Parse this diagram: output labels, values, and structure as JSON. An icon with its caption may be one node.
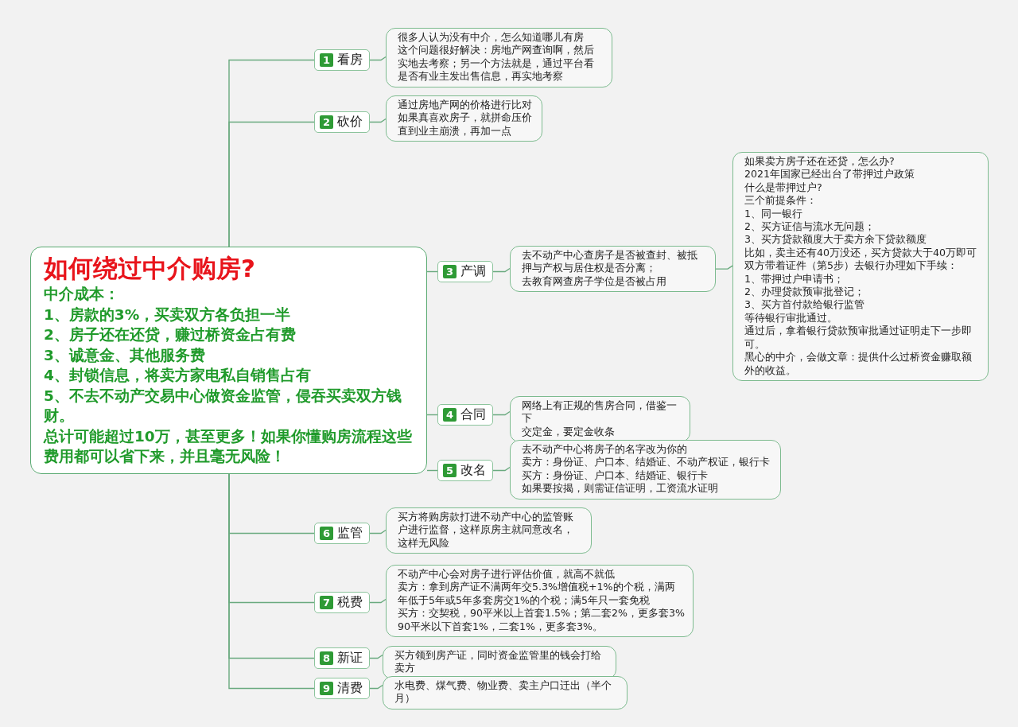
{
  "diagram": {
    "nodes": [
      {
        "text": [
          "如何绕过中介购房?",
          "中介成本：",
          "1、房款的3%，买卖双方各负担一半",
          "2、房子还在还贷，赚过桥资金占有费",
          "3、诚意金、其他服务费",
          "4、封锁信息，将卖方家电私自销售占有",
          "5、不去不动产交易中心做资金监管，侵吞买卖双方钱财。",
          "总计可能超过10万，甚至更多！如果你懂购房流程这些费用都可以省下来，并且毫无风险！"
        ]
      },
      {
        "text": [
          "1",
          "看房"
        ]
      },
      {
        "text": [
          "很多人认为没有中介，怎么知道哪儿有房",
          "这个问题很好解决：房地产网查询啊，然后实地去考察；另一个方法就是，通过平台看是否有业主发出售信息，再实地考察"
        ]
      },
      {
        "text": [
          "2",
          "砍价"
        ]
      },
      {
        "text": [
          "通过房地产网的价格进行比对",
          "如果真喜欢房子，就拼命压价",
          "直到业主崩溃，再加一点"
        ]
      },
      {
        "text": [
          "3",
          "产调"
        ]
      },
      {
        "text": [
          "去不动产中心查房子是否被查封、被抵押与产权与居住权是否分离；",
          "去教育网查房子学位是否被占用"
        ]
      },
      {
        "text": [
          "如果卖方房子还在还贷，怎么办?",
          "2021年国家已经出台了带押过户政策",
          "什么是带押过户?",
          "三个前提条件：",
          "1、同一银行",
          "2、买方证信与流水无问题；",
          "3、买方贷款额度大于卖方余下贷款额度",
          "比如，卖主还有40万没还，买方贷款大于40万即可",
          "双方带着证件（第5步）去银行办理如下手续：",
          "1、带押过户申请书；",
          "2、办理贷款预审批登记；",
          "3、买方首付款给银行监管",
          "等待银行审批通过。",
          "通过后，拿着银行贷款预审批通过证明走下一步即可。",
          "黑心的中介，会做文章：提供什么过桥资金赚取额外的收益。"
        ]
      },
      {
        "text": [
          "4",
          "合同"
        ]
      },
      {
        "text": [
          "网络上有正规的售房合同，借鉴一下",
          "交定金，要定金收条"
        ]
      },
      {
        "text": [
          "5",
          "改名"
        ]
      },
      {
        "text": [
          "去不动产中心将房子的名字改为你的",
          "卖方：身份证、户口本、结婚证、不动产权证，银行卡",
          "买方：身份证、户口本、结婚证、银行卡",
          "如果要按揭，则需证信证明，工资流水证明"
        ]
      },
      {
        "text": [
          "6",
          "监管"
        ]
      },
      {
        "text": [
          "买方将购房款打进不动产中心的监管账户进行监督，这样原房主就同意改名，这样无风险"
        ]
      },
      {
        "text": [
          "7",
          "税费"
        ]
      },
      {
        "text": [
          "不动产中心会对房子进行评估价值，就高不就低",
          "卖方：拿到房产证不满两年交5.3%增值税+1%的个税，满两年低于5年或5年多套房交1%的个税；满5年只一套免税",
          "买方：交契税，90平米以上首套1.5%；第二套2%，更多套3%",
          "90平米以下首套1%，二套1%，更多套3%。"
        ]
      },
      {
        "text": [
          "8",
          "新证"
        ]
      },
      {
        "text": [
          "买方领到房产证，同时资金监管里的钱会打给卖方"
        ]
      },
      {
        "text": [
          "9",
          "清费"
        ]
      },
      {
        "text": [
          "水电费、煤气费、物业费、卖主户口迁出（半个月）"
        ]
      }
    ],
    "edges": [
      {
        "from": 0,
        "to": 1,
        "arrow": "none"
      },
      {
        "from": 0,
        "to": 3,
        "arrow": "none"
      },
      {
        "from": 0,
        "to": 5,
        "arrow": "none"
      },
      {
        "from": 0,
        "to": 8,
        "arrow": "none"
      },
      {
        "from": 0,
        "to": 10,
        "arrow": "none"
      },
      {
        "from": 0,
        "to": 12,
        "arrow": "none"
      },
      {
        "from": 0,
        "to": 14,
        "arrow": "none"
      },
      {
        "from": 0,
        "to": 16,
        "arrow": "none"
      },
      {
        "from": 0,
        "to": 18,
        "arrow": "none"
      },
      {
        "from": 1,
        "to": 2,
        "arrow": "none"
      },
      {
        "from": 3,
        "to": 4,
        "arrow": "none"
      },
      {
        "from": 5,
        "to": 6,
        "arrow": "none"
      },
      {
        "from": 6,
        "to": 7,
        "arrow": "none"
      },
      {
        "from": 8,
        "to": 9,
        "arrow": "none"
      },
      {
        "from": 10,
        "to": 11,
        "arrow": "none"
      },
      {
        "from": 12,
        "to": 13,
        "arrow": "none"
      },
      {
        "from": 14,
        "to": 15,
        "arrow": "none"
      },
      {
        "from": 16,
        "to": 17,
        "arrow": "none"
      },
      {
        "from": 18,
        "to": 19,
        "arrow": "none"
      }
    ]
  }
}
